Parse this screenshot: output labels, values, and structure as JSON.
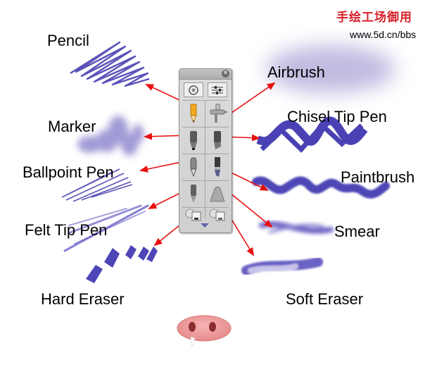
{
  "brand": {
    "site_name_cn": "手绘工场御用",
    "url": "www.5d.cn/bbs"
  },
  "labels": {
    "pencil": "Pencil",
    "airbrush": "Airbrush",
    "marker": "Marker",
    "chisel_tip_pen": "Chisel Tip Pen",
    "ballpoint_pen": "Ballpoint Pen",
    "paintbrush": "Paintbrush",
    "felt_tip_pen": "Felt Tip Pen",
    "smear": "Smear",
    "hard_eraser": "Hard Eraser",
    "soft_eraser": "Soft Eraser"
  },
  "palette": {
    "close_glyph": "✕"
  },
  "colors": {
    "stroke": "#5a52b8",
    "arrow": "#e81010",
    "background": "#ffffff"
  },
  "icons": {
    "close": "close-icon",
    "settings": "settings-icon",
    "options": "sliders-icon",
    "expand": "chevron-down-icon"
  }
}
